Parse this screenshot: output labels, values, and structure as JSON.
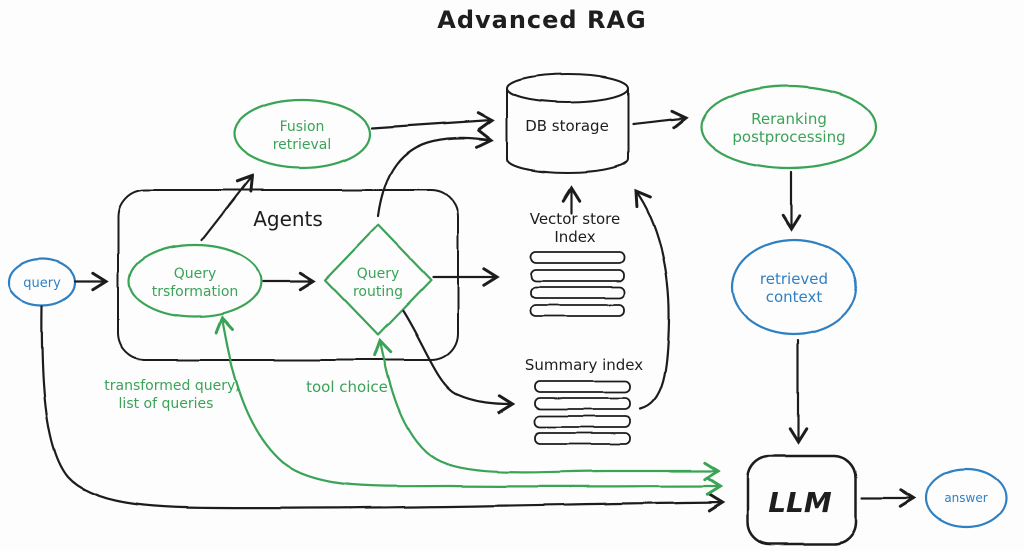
{
  "title": "Advanced RAG",
  "colors": {
    "ink": "#1e1e1e",
    "green": "#3aa357",
    "blue": "#2f80c3",
    "background": "#fdfdfd"
  },
  "nodes": {
    "query": {
      "label": "query"
    },
    "agents_box": {
      "label": "Agents"
    },
    "query_transformation": {
      "lines": [
        "Query",
        "trsformation"
      ]
    },
    "query_routing": {
      "lines": [
        "Query",
        "routing"
      ]
    },
    "fusion_retrieval": {
      "lines": [
        "Fusion",
        "retrieval"
      ]
    },
    "db_storage": {
      "label": "DB storage"
    },
    "vector_store_index": {
      "lines": [
        "Vector store",
        "Index"
      ]
    },
    "summary_index": {
      "label": "Summary index"
    },
    "reranking_postprocessing": {
      "lines": [
        "Reranking",
        "postprocessing"
      ]
    },
    "retrieved_context": {
      "lines": [
        "retrieved",
        "context"
      ]
    },
    "llm": {
      "label": "LLM"
    },
    "answer": {
      "label": "answer"
    }
  },
  "annotations": {
    "transformed_query": {
      "lines": [
        "transformed query,",
        "list of queries"
      ]
    },
    "tool_choice": {
      "label": "tool choice"
    }
  }
}
